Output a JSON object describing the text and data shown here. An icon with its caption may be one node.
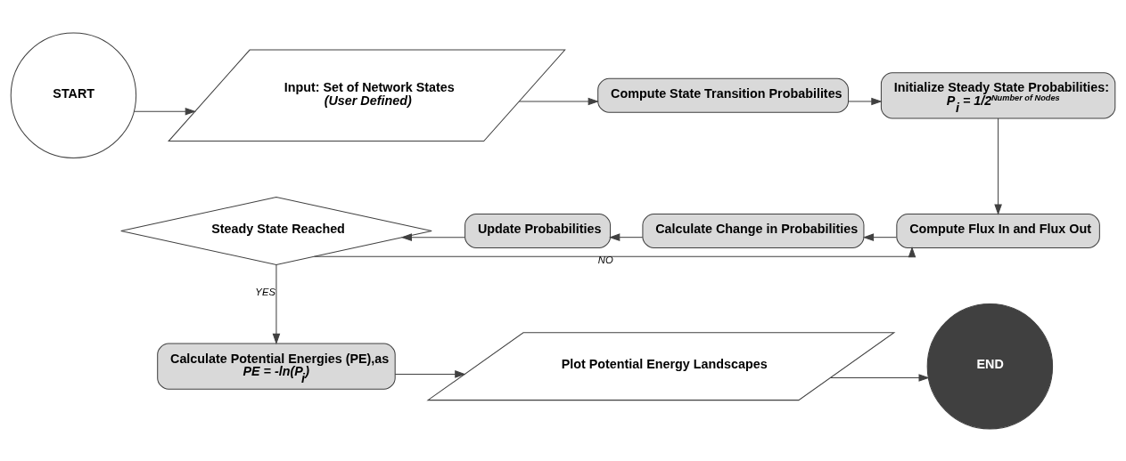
{
  "diagram": {
    "nodes": [
      {
        "text": [
          "START"
        ]
      },
      {
        "text": [
          "Input: Set of Network States",
          "(User Defined)"
        ]
      },
      {
        "text": [
          "Compute State Transition Probabilites"
        ]
      },
      {
        "text": [
          "Initialize Steady State Probabilities:",
          "P$_{i}$ = 1/2$^{Number of Nodes}$"
        ]
      },
      {
        "text": [
          "Compute Flux In and Flux Out"
        ]
      },
      {
        "text": [
          "Calculate Change in Probabilities"
        ]
      },
      {
        "text": [
          "Update Probabilities"
        ]
      },
      {
        "text": [
          "Steady State Reached"
        ]
      },
      {
        "text": [
          "Calculate Potential Energies (PE),as",
          "PE = -ln(P$_{i}$)"
        ]
      },
      {
        "text": [
          "Plot Potential Energy Landscapes"
        ]
      },
      {
        "text": [
          "END"
        ]
      }
    ],
    "edges": [
      {
        "from": 0,
        "to": 1,
        "arrow": "to"
      },
      {
        "from": 1,
        "to": 2,
        "arrow": "to"
      },
      {
        "from": 2,
        "to": 3,
        "arrow": "to"
      },
      {
        "from": 3,
        "to": 4,
        "arrow": "to"
      },
      {
        "from": 4,
        "to": 5,
        "arrow": "to"
      },
      {
        "from": 5,
        "to": 6,
        "arrow": "to"
      },
      {
        "from": 6,
        "to": 7,
        "arrow": "to"
      },
      {
        "from": 7,
        "to": 4,
        "arrow": "to",
        "label": "NO"
      },
      {
        "from": 7,
        "to": 8,
        "arrow": "to",
        "label": "YES"
      },
      {
        "from": 8,
        "to": 9,
        "arrow": "to"
      },
      {
        "from": 9,
        "to": 10,
        "arrow": "to"
      }
    ]
  }
}
